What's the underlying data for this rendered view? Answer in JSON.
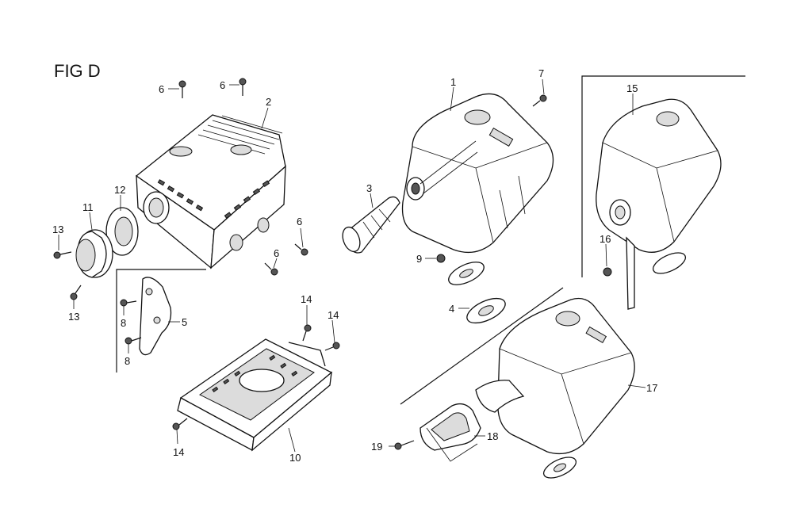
{
  "figure": {
    "title": "FIG D"
  },
  "callouts": [
    "1",
    "2",
    "3",
    "4",
    "5",
    "6",
    "7",
    "8",
    "9",
    "10",
    "11",
    "12",
    "13",
    "14",
    "15",
    "16",
    "17",
    "18",
    "19"
  ]
}
